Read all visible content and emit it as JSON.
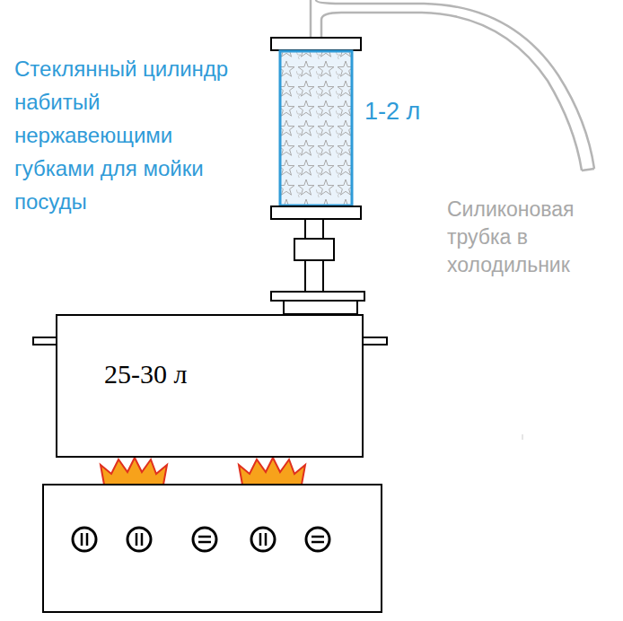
{
  "diagram": {
    "nodes": [
      {
        "text": [
          "25-30 л"
        ]
      }
    ],
    "labels": [
      "Стеклянный цилиндр набитый нержавеющими губками для мойки посуды",
      "1-2 л",
      "Силиконовая трубка в холодильник"
    ]
  }
}
